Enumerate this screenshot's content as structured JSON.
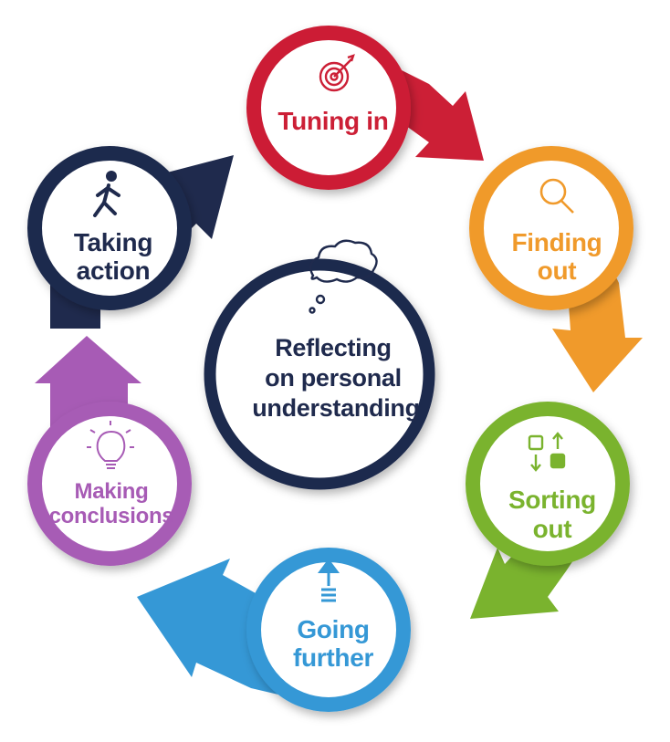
{
  "colors": {
    "tuning": "#cc1f36",
    "finding": "#f09a2b",
    "sorting": "#7ab32e",
    "going": "#3598d6",
    "making": "#a75bb5",
    "taking": "#1f2a4d",
    "center": "#1f2a4d",
    "white": "#ffffff"
  },
  "center": {
    "line1": "Reflecting",
    "line2": "on personal",
    "line3": "understanding",
    "icon": "thought-bubble-icon"
  },
  "stages": [
    {
      "id": "tuning",
      "line1": "Tuning in",
      "line2": "",
      "icon": "target-icon"
    },
    {
      "id": "finding",
      "line1": "Finding",
      "line2": "out",
      "icon": "magnifier-icon"
    },
    {
      "id": "sorting",
      "line1": "Sorting",
      "line2": "out",
      "icon": "sorting-icon"
    },
    {
      "id": "going",
      "line1": "Going",
      "line2": "further",
      "icon": "up-arrow-icon"
    },
    {
      "id": "making",
      "line1": "Making",
      "line2": "conclusions",
      "icon": "lightbulb-icon"
    },
    {
      "id": "taking",
      "line1": "Taking",
      "line2": "action",
      "icon": "walking-person-icon"
    }
  ]
}
